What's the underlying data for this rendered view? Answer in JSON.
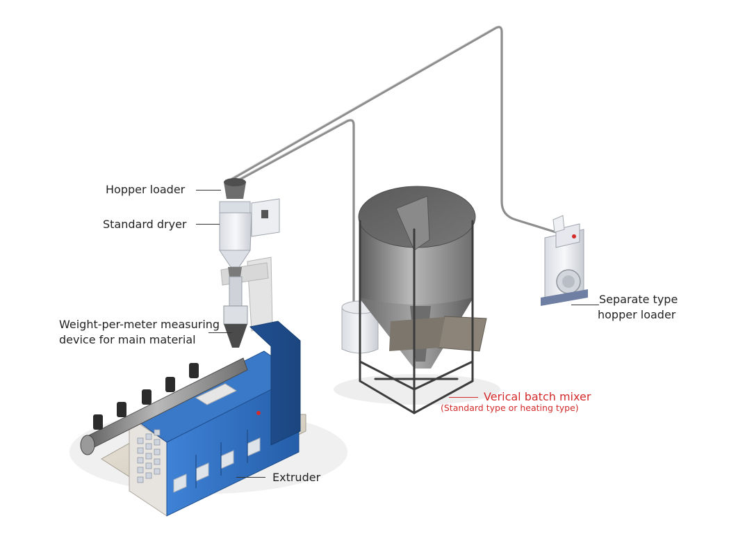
{
  "labels": {
    "hopper_loader": "Hopper loader",
    "standard_dryer": "Standard dryer",
    "wpm_line1": "Weight-per-meter measuring",
    "wpm_line2": "device for main material",
    "separate_line1": "Separate type",
    "separate_line2": "hopper loader",
    "mixer_title": "Verical batch mixer",
    "mixer_sub": "(Standard type or heating type)",
    "extruder": "Extruder"
  },
  "colors": {
    "accent_red": "#d42a2a",
    "extruder_blue": "#2f6fc0",
    "steel": "#8a8a8a",
    "label_text": "#222222"
  }
}
